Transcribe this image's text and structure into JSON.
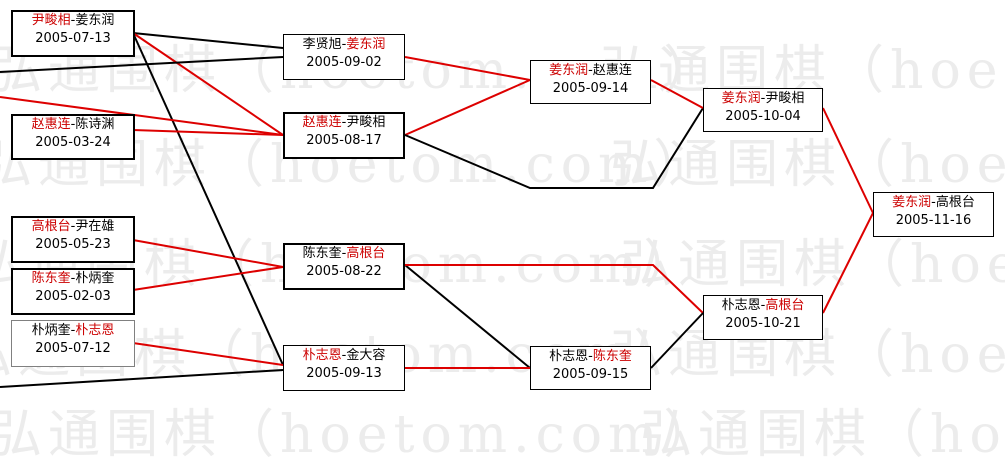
{
  "watermark": "弘通围棋（hoetom.com）",
  "colors": {
    "winner": "#cc0000",
    "loser": "#000000",
    "win_line": "#dd0000",
    "lose_line": "#000000"
  },
  "games": {
    "r1_1": {
      "p1": "尹畯相",
      "p2": "姜东润",
      "winner": 1,
      "date": "2005-07-13"
    },
    "r1_2": {
      "p1": "赵惠连",
      "p2": "陈诗渊",
      "winner": 1,
      "date": "2005-03-24"
    },
    "r1_3": {
      "p1": "高根台",
      "p2": "尹在雄",
      "winner": 1,
      "date": "2005-05-23"
    },
    "r1_4": {
      "p1": "陈东奎",
      "p2": "朴炳奎",
      "winner": 1,
      "date": "2005-02-03"
    },
    "r1_5": {
      "p1": "朴炳奎",
      "p2": "朴志恩",
      "winner": 2,
      "date": "2005-07-12"
    },
    "r2_1": {
      "p1": "李贤旭",
      "p2": "姜东润",
      "winner": 2,
      "date": "2005-09-02"
    },
    "r2_2": {
      "p1": "赵惠连",
      "p2": "尹畯相",
      "winner": 1,
      "date": "2005-08-17"
    },
    "r2_3": {
      "p1": "陈东奎",
      "p2": "高根台",
      "winner": 2,
      "date": "2005-08-22"
    },
    "r2_4": {
      "p1": "朴志恩",
      "p2": "金大容",
      "winner": 1,
      "date": "2005-09-13"
    },
    "r3_1": {
      "p1": "姜东润",
      "p2": "赵惠连",
      "winner": 1,
      "date": "2005-09-14"
    },
    "r3_2": {
      "p1": "朴志恩",
      "p2": "陈东奎",
      "winner": 2,
      "date": "2005-09-15"
    },
    "r4_1": {
      "p1": "姜东润",
      "p2": "尹畯相",
      "winner": 1,
      "date": "2005-10-04"
    },
    "r4_2": {
      "p1": "朴志恩",
      "p2": "高根台",
      "winner": 2,
      "date": "2005-10-21"
    },
    "final": {
      "p1": "姜东润",
      "p2": "高根台",
      "winner": 1,
      "date": "2005-11-16"
    }
  }
}
